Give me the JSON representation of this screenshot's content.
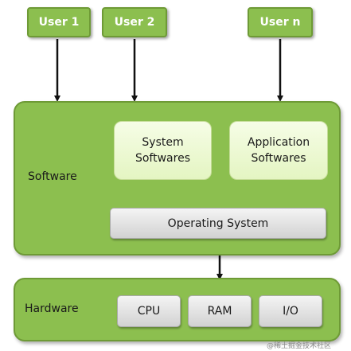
{
  "users": [
    "User 1",
    "User 2",
    "User n"
  ],
  "software": {
    "label": "Software",
    "system": [
      "System",
      "Softwares"
    ],
    "application": [
      "Application",
      "Softwares"
    ],
    "os": "Operating System"
  },
  "hardware": {
    "label": "Hardware",
    "items": [
      "CPU",
      "RAM",
      "I/O"
    ]
  },
  "watermark": "@稀土掘金技术社区",
  "colors": {
    "green_fill": "#8cbf4f",
    "green_border": "#6e9a36",
    "light_green": "#e9f7cd",
    "gray": "#dcdcdc"
  }
}
